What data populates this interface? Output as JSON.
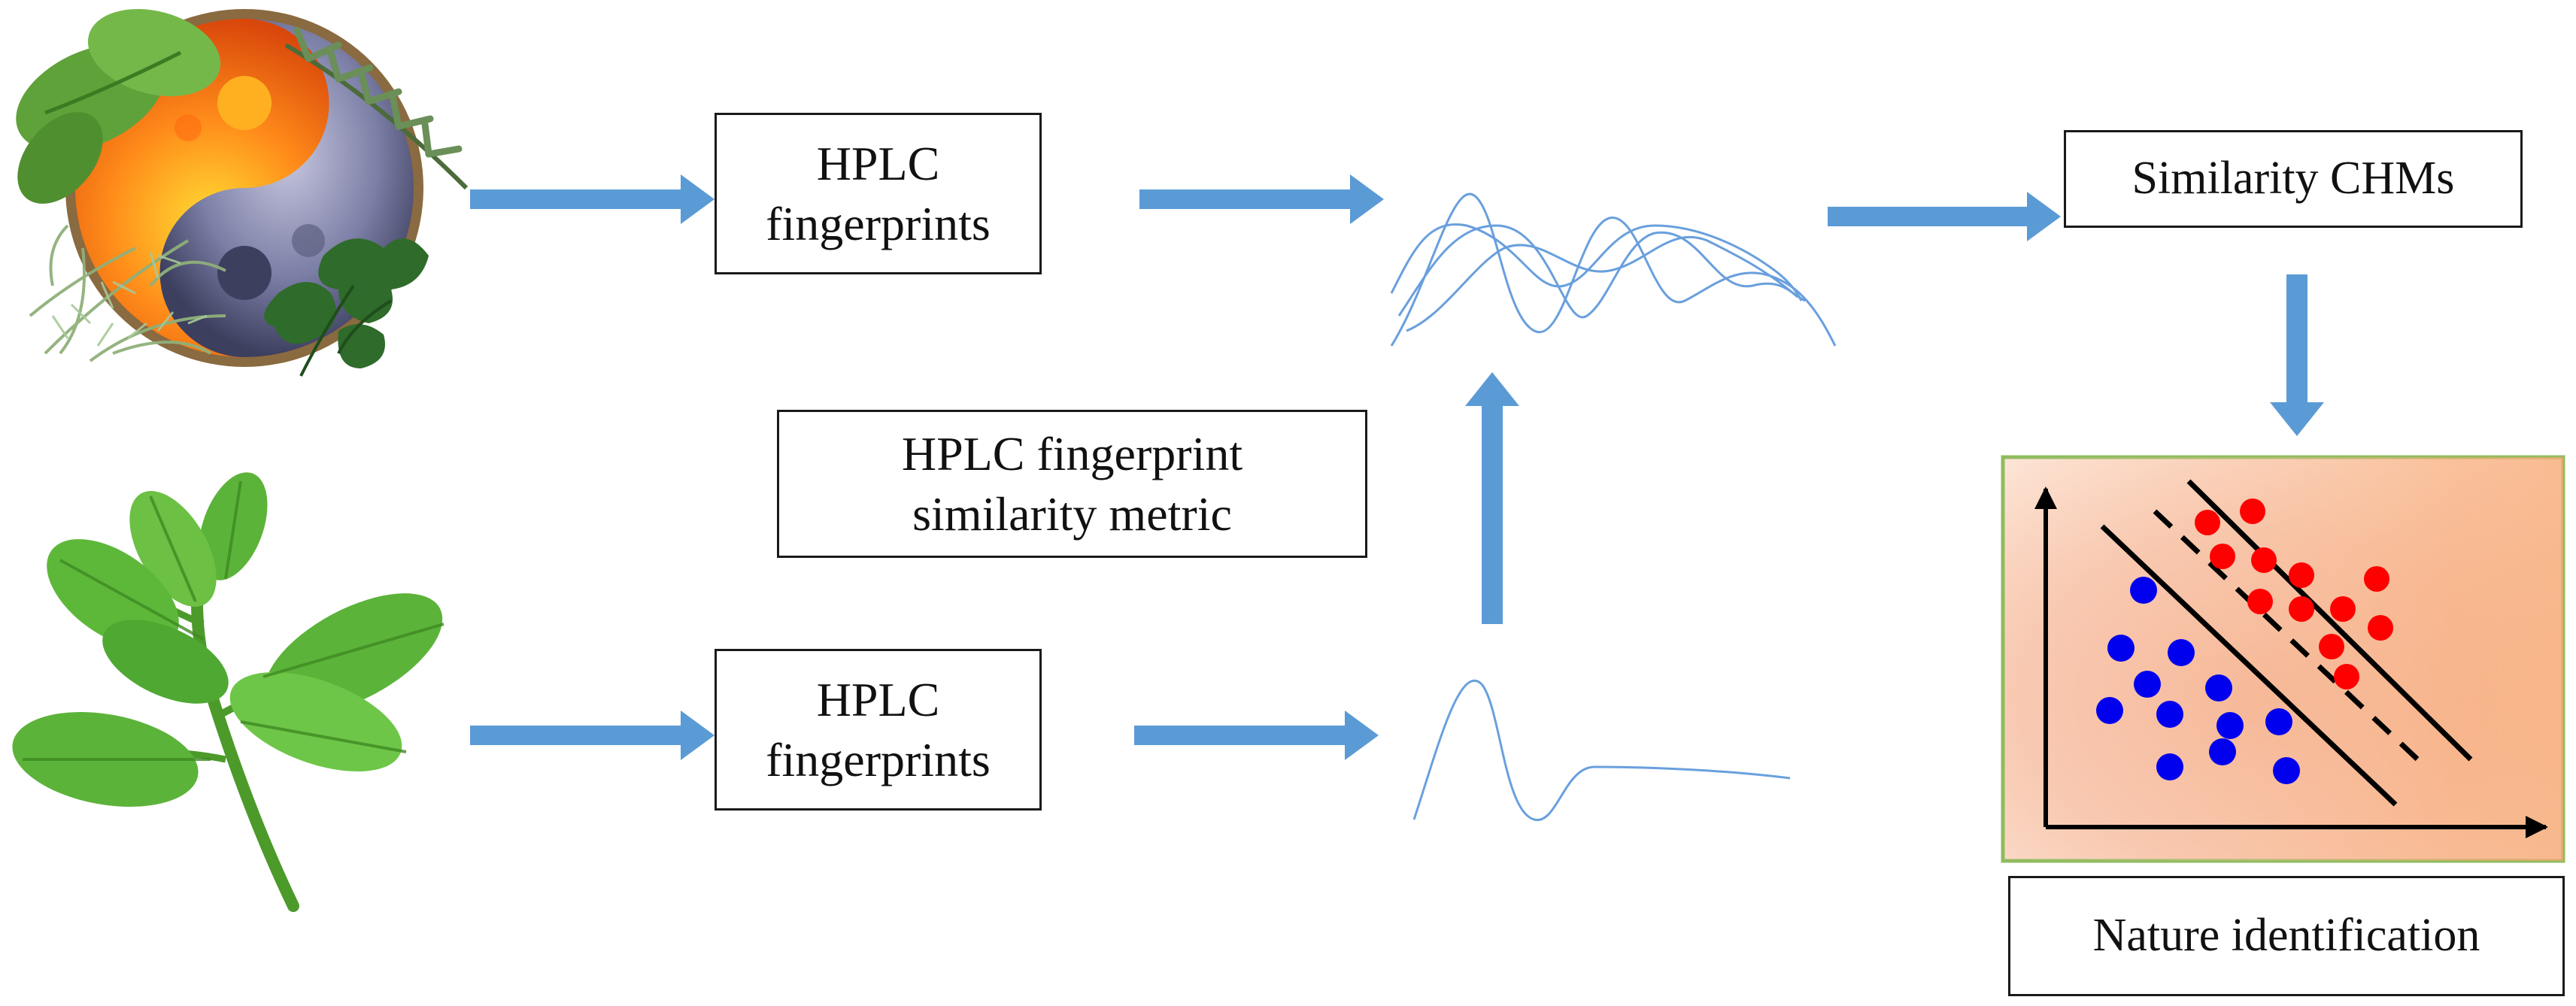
{
  "boxes": {
    "hplc_top": [
      "HPLC",
      "fingerprints"
    ],
    "hplc_bottom": [
      "HPLC",
      "fingerprints"
    ],
    "metric": [
      "HPLC fingerprint",
      "similarity metric"
    ],
    "similarity": "Similarity CHMs",
    "nature": "Nature identification"
  },
  "icons": {
    "top_left_image": "yin-yang-herbs-illustration",
    "bottom_left_image": "mint-sprig-illustration",
    "chromatogram_multi": "overlapping-chromatogram-icon",
    "chromatogram_single": "single-chromatogram-icon",
    "classification_plot": "svm-classification-plot-icon"
  },
  "colors": {
    "arrow": "#5b9bd5",
    "chromatogram": "#4f8fd8",
    "box_border": "#1a1a1a",
    "plot_border": "#8fbc5f",
    "red_class": "#ff0000",
    "blue_class": "#0000ee"
  }
}
